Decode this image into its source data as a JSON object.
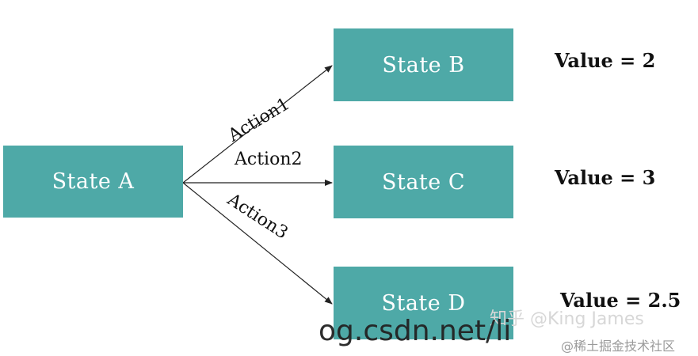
{
  "states": {
    "a": "State A",
    "b": "State B",
    "c": "State C",
    "d": "State D"
  },
  "actions": {
    "action1": "Action1",
    "action2": "Action2",
    "action3": "Action3"
  },
  "values": {
    "b": "Value = 2",
    "c": "Value = 3",
    "d": "Value = 2.5"
  },
  "watermarks": {
    "csdn": "og.csdn.net/li",
    "zhihu": "知乎 @King James",
    "juejin": "@稀土掘金技术社区"
  },
  "colors": {
    "state_fill": "#4ea9a7",
    "state_text": "#ffffff",
    "arrow": "#222222"
  }
}
